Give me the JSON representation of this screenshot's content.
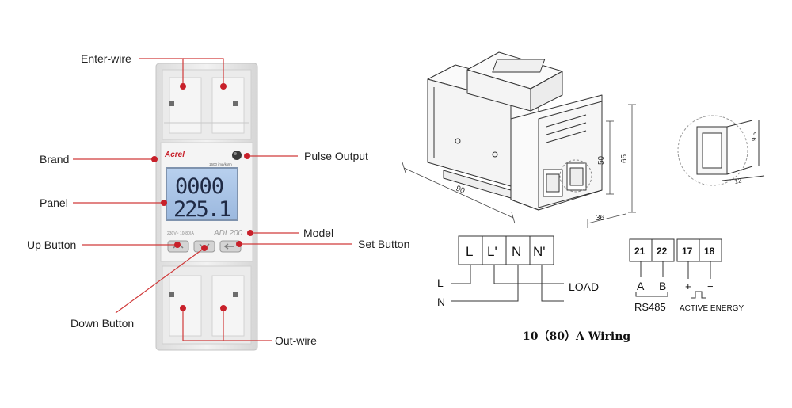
{
  "callouts": {
    "enter_wire": "Enter-wire",
    "brand": "Brand",
    "panel": "Panel",
    "up_button": "Up Button",
    "down_button": "Down Button",
    "out_wire": "Out-wire",
    "pulse_output": "Pulse Output",
    "model": "Model",
    "set_button": "Set Button"
  },
  "device": {
    "brand_label": "Acrel",
    "pulse_rate": "1600 imp/kWh",
    "lcd_line1": "0000",
    "lcd_line2": "225.1",
    "rating": "230V~ 10(80)A",
    "model": "ADL200"
  },
  "dimensions": {
    "width": "90",
    "height_inner": "50",
    "height_total": "65",
    "depth": "36",
    "detail_h": "9.5",
    "detail_w": "12"
  },
  "power_terminals": [
    "L",
    "L'",
    "N",
    "N'"
  ],
  "power_wiring": {
    "line": "L",
    "neutral": "N",
    "load": "LOAD"
  },
  "comm_terminals": [
    "21",
    "22",
    "17",
    "18"
  ],
  "comm_labels": {
    "a": "A",
    "b": "B",
    "plus": "+",
    "minus": "−",
    "rs485": "RS485",
    "active_energy": "ACTIVE ENERGY"
  },
  "caption": "10（80）A Wiring",
  "colors": {
    "callout_line": "#d03a3a",
    "dot": "#c8202a",
    "lcd": "#a9c4e6",
    "drawing": "#333333"
  }
}
